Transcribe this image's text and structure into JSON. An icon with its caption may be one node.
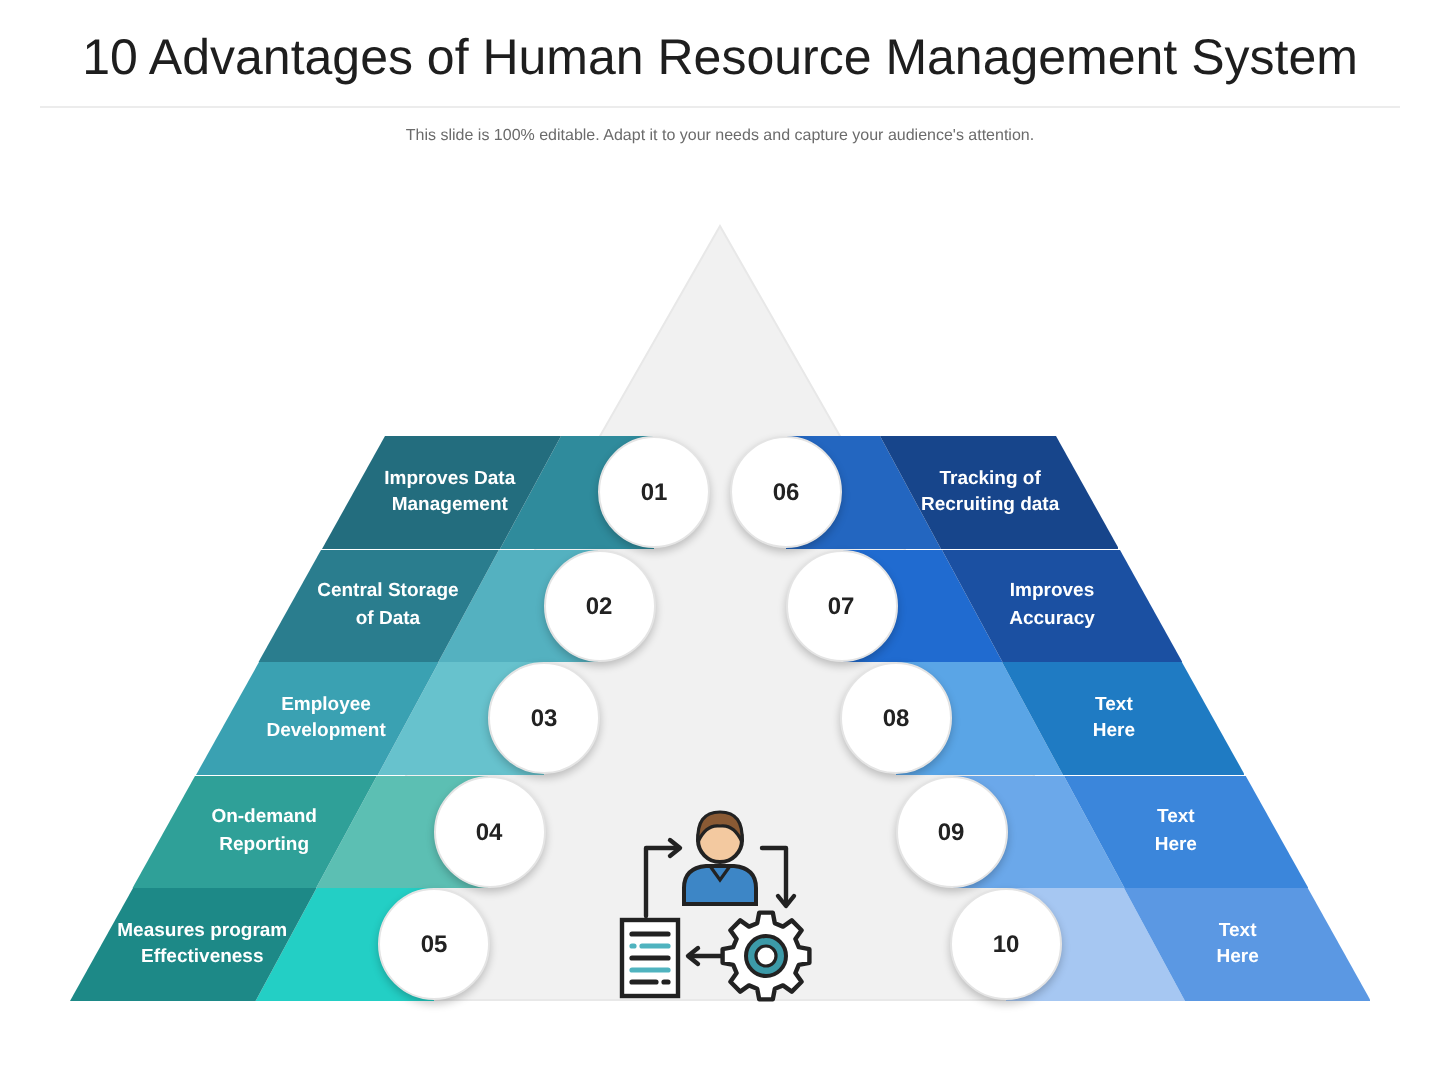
{
  "diagram": {
    "title": "10 Advantages of Human Resource Management System",
    "nodes": [
      {
        "text": [
          "Improves Data Management"
        ]
      },
      {
        "text": [
          "01"
        ]
      },
      {
        "text": [
          "Central Storage of Data"
        ]
      },
      {
        "text": [
          "02"
        ]
      },
      {
        "text": [
          "Employee Development"
        ]
      },
      {
        "text": [
          "03"
        ]
      },
      {
        "text": [
          "On-demand Reporting"
        ]
      },
      {
        "text": [
          "04"
        ]
      },
      {
        "text": [
          "Measures program Effectiveness"
        ]
      },
      {
        "text": [
          "05"
        ]
      },
      {
        "text": [
          "06"
        ]
      },
      {
        "text": [
          "Tracking of Recruiting data"
        ]
      },
      {
        "text": [
          "07"
        ]
      },
      {
        "text": [
          "Improves Accuracy"
        ]
      },
      {
        "text": [
          "08"
        ]
      },
      {
        "text": [
          "Text Here"
        ]
      },
      {
        "text": [
          "09"
        ]
      },
      {
        "text": [
          "Text Here"
        ]
      },
      {
        "text": [
          "10"
        ]
      },
      {
        "text": [
          "Text Here"
        ]
      }
    ],
    "labels": [
      "This slide is 100% editable. Adapt it to your needs and capture your audience's attention."
    ]
  }
}
